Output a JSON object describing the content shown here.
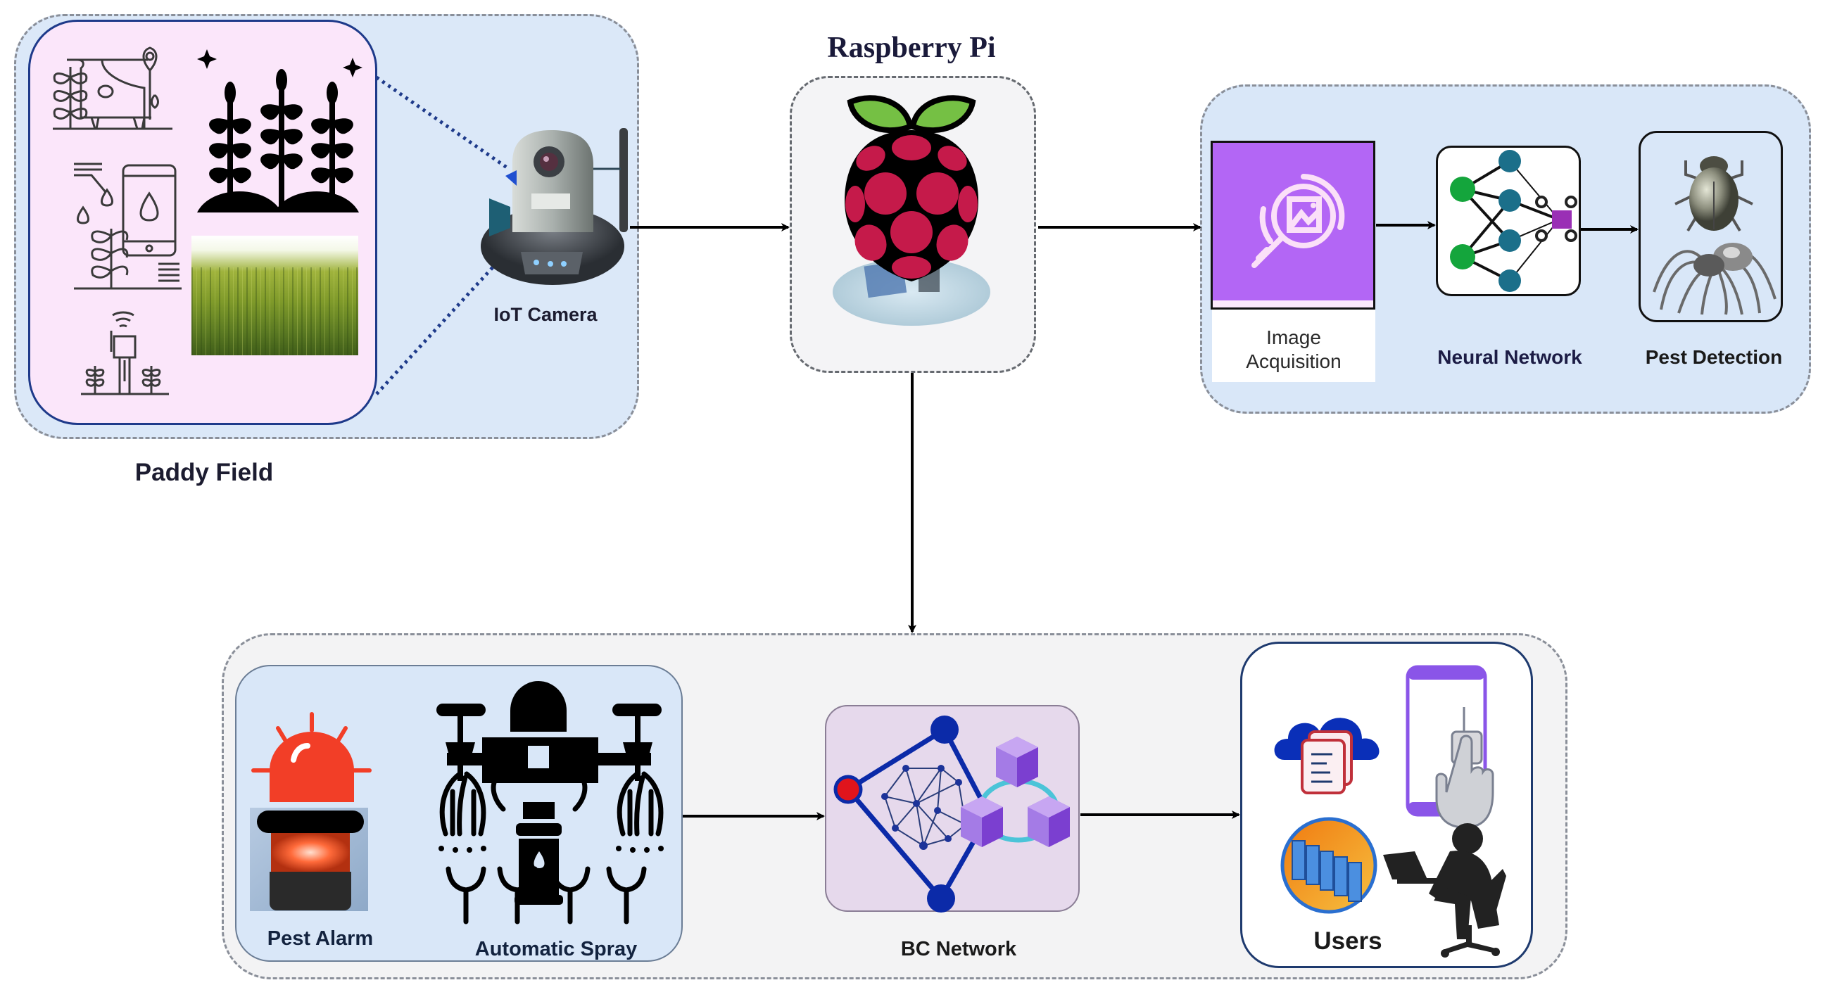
{
  "diagram": {
    "title": "IoT + Blockchain paddy pest detection architecture",
    "colors": {
      "paddy_outer_bg": "#dbe8f8",
      "paddy_inner_bg": "#fbe6fa",
      "paddy_inner_border": "#1e3a8a",
      "pi_box_bg": "#f4f4f6",
      "ai_panel_bg": "#d9e7f8",
      "image_acq_purple": "#b366f5",
      "bottom_outer_bg": "#f3f3f4",
      "actuator_panel_bg": "#d9e7f8",
      "bc_box_bg": "#e6d9ec",
      "users_box_bg": "#ffffff",
      "label_text": "#1c1c30"
    },
    "paddy_field": {
      "label": "Paddy Field",
      "icons": [
        "cow-farm-location-icon",
        "smart-irrigation-phone-icon",
        "soil-sensor-icon",
        "crop-plants-icon",
        "rice-field-photo"
      ]
    },
    "iot_camera": {
      "label": "IoT Camera"
    },
    "raspberry_pi": {
      "label": "Raspberry Pi"
    },
    "ai_pipeline": {
      "image_acquisition": {
        "label_line1": "Image",
        "label_line2": "Acquisition"
      },
      "neural_network": {
        "label": "Neural Network"
      },
      "pest_detection": {
        "label": "Pest Detection"
      }
    },
    "actuators": {
      "pest_alarm": {
        "label": "Pest Alarm"
      },
      "automatic_spray": {
        "label": "Automatic Spray"
      }
    },
    "bc_network": {
      "label": "BC Network"
    },
    "users": {
      "label": "Users"
    },
    "edges": [
      {
        "from": "iot_camera",
        "to": "raspberry_pi"
      },
      {
        "from": "raspberry_pi",
        "to": "image_acquisition"
      },
      {
        "from": "image_acquisition",
        "to": "neural_network"
      },
      {
        "from": "neural_network",
        "to": "pest_detection"
      },
      {
        "from": "raspberry_pi",
        "to": "actuators"
      },
      {
        "from": "actuators",
        "to": "bc_network"
      },
      {
        "from": "bc_network",
        "to": "users"
      }
    ]
  }
}
